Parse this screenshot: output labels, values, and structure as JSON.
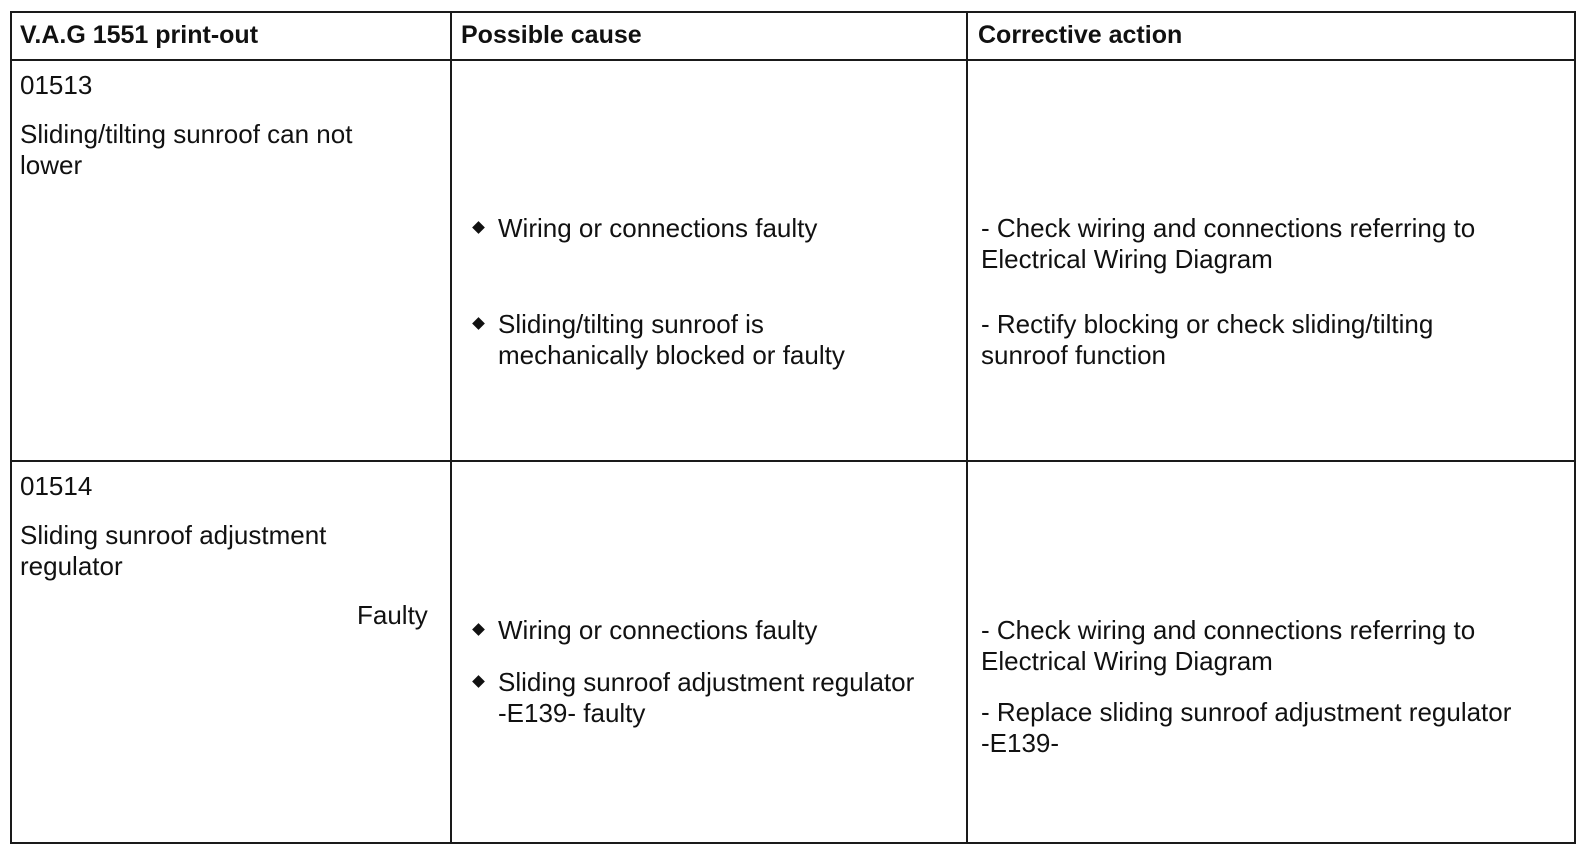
{
  "table": {
    "headers": {
      "printout": "V.A.G 1551 print-out",
      "cause": "Possible cause",
      "action": "Corrective action"
    },
    "rows": [
      {
        "code": "01513",
        "desc_line1": "Sliding/tilting sunroof can not",
        "desc_line2": "lower",
        "causes": [
          {
            "line1": "Wiring or connections faulty",
            "line2": ""
          },
          {
            "line1": "Sliding/tilting sunroof is",
            "line2": "mechanically blocked or faulty"
          }
        ],
        "actions": [
          {
            "line1": "- Check wiring and connections referring to",
            "line2": "Electrical Wiring Diagram"
          },
          {
            "line1": "- Rectify blocking or check sliding/tilting",
            "line2": "sunroof function"
          }
        ]
      },
      {
        "code": "01514",
        "desc_line1": "Sliding sunroof adjustment",
        "desc_line2": "regulator",
        "status": "Faulty",
        "causes": [
          {
            "line1": "Wiring or connections faulty",
            "line2": ""
          },
          {
            "line1": "Sliding sunroof adjustment regulator",
            "line2": "-E139- faulty"
          }
        ],
        "actions": [
          {
            "line1": "- Check wiring and connections referring to",
            "line2": "Electrical Wiring Diagram"
          },
          {
            "line1": "- Replace sliding sunroof adjustment regulator",
            "line2": "-E139-"
          }
        ]
      }
    ]
  }
}
